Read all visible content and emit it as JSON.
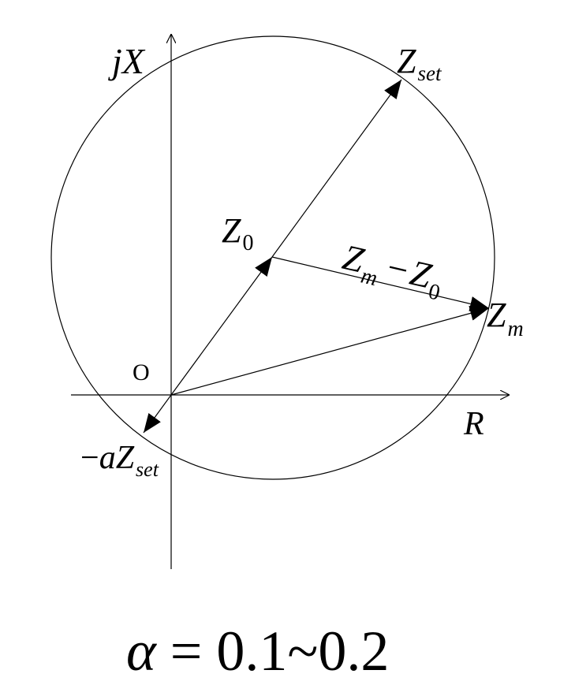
{
  "diagram": {
    "axes": {
      "imaginary": {
        "symbol_j": "j",
        "symbol_X": "X"
      },
      "real": {
        "symbol": "R"
      },
      "origin": "O"
    },
    "labels": {
      "z_set": {
        "main": "Z",
        "sub": "set"
      },
      "z_0": {
        "main": "Z",
        "sub": "0"
      },
      "z_m": {
        "main": "Z",
        "sub": "m"
      },
      "z_diff": {
        "main1": "Z",
        "sub1": "m",
        "minus": "−",
        "main2": "Z",
        "sub2": "0"
      },
      "neg_a_z_set": {
        "minus": "−",
        "a": "a",
        "main": "Z",
        "sub": "set"
      }
    },
    "formula": {
      "alpha": "α",
      "rest": " = 0.1~0.2"
    }
  }
}
